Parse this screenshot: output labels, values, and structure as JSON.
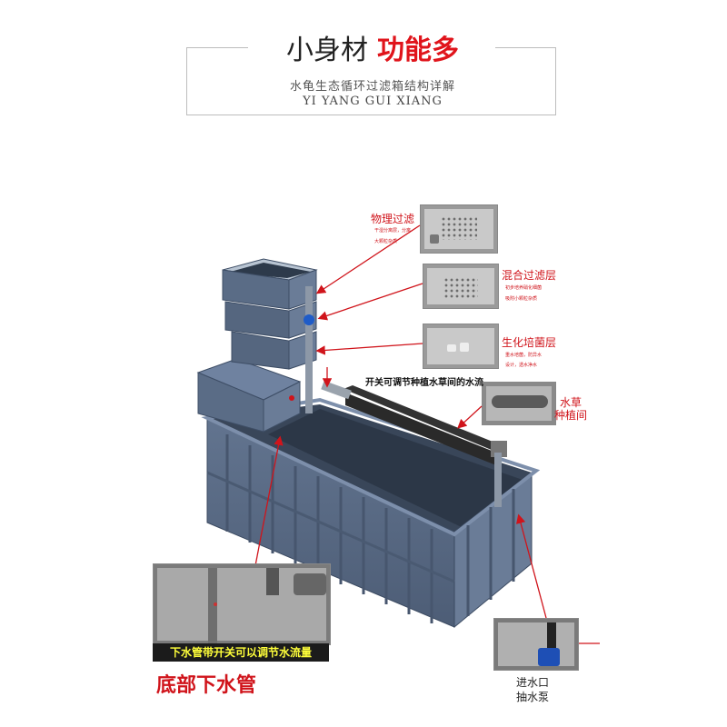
{
  "header": {
    "title_part1": "小身材",
    "title_part2": "功能多",
    "subtitle": "水龟生态循环过滤箱结构详解",
    "subtitle_en": "YI YANG GUI XIANG"
  },
  "callouts": {
    "physical": {
      "title": "物理过滤",
      "note1": "干湿分离层，分离",
      "note2": "大颗粒杂质"
    },
    "mixed": {
      "title": "混合过滤层",
      "note1": "初步培养硝化细菌",
      "note2": "吸附小颗粒杂质"
    },
    "bio": {
      "title": "生化培菌层",
      "note1": "重水培菌，防异水",
      "note2": "设计，透水净水"
    },
    "flow": "开关可调节种植水草间的水流",
    "plant_title1": "水草",
    "plant_title2": "种植间",
    "drain_banner": "下水管带开关可以调节水流量",
    "drain_title": "底部下水管",
    "inlet1": "进水口",
    "inlet2": "抽水泵"
  },
  "colors": {
    "accent_red": "#d0141b",
    "tank_blue": "#5a6c86"
  }
}
